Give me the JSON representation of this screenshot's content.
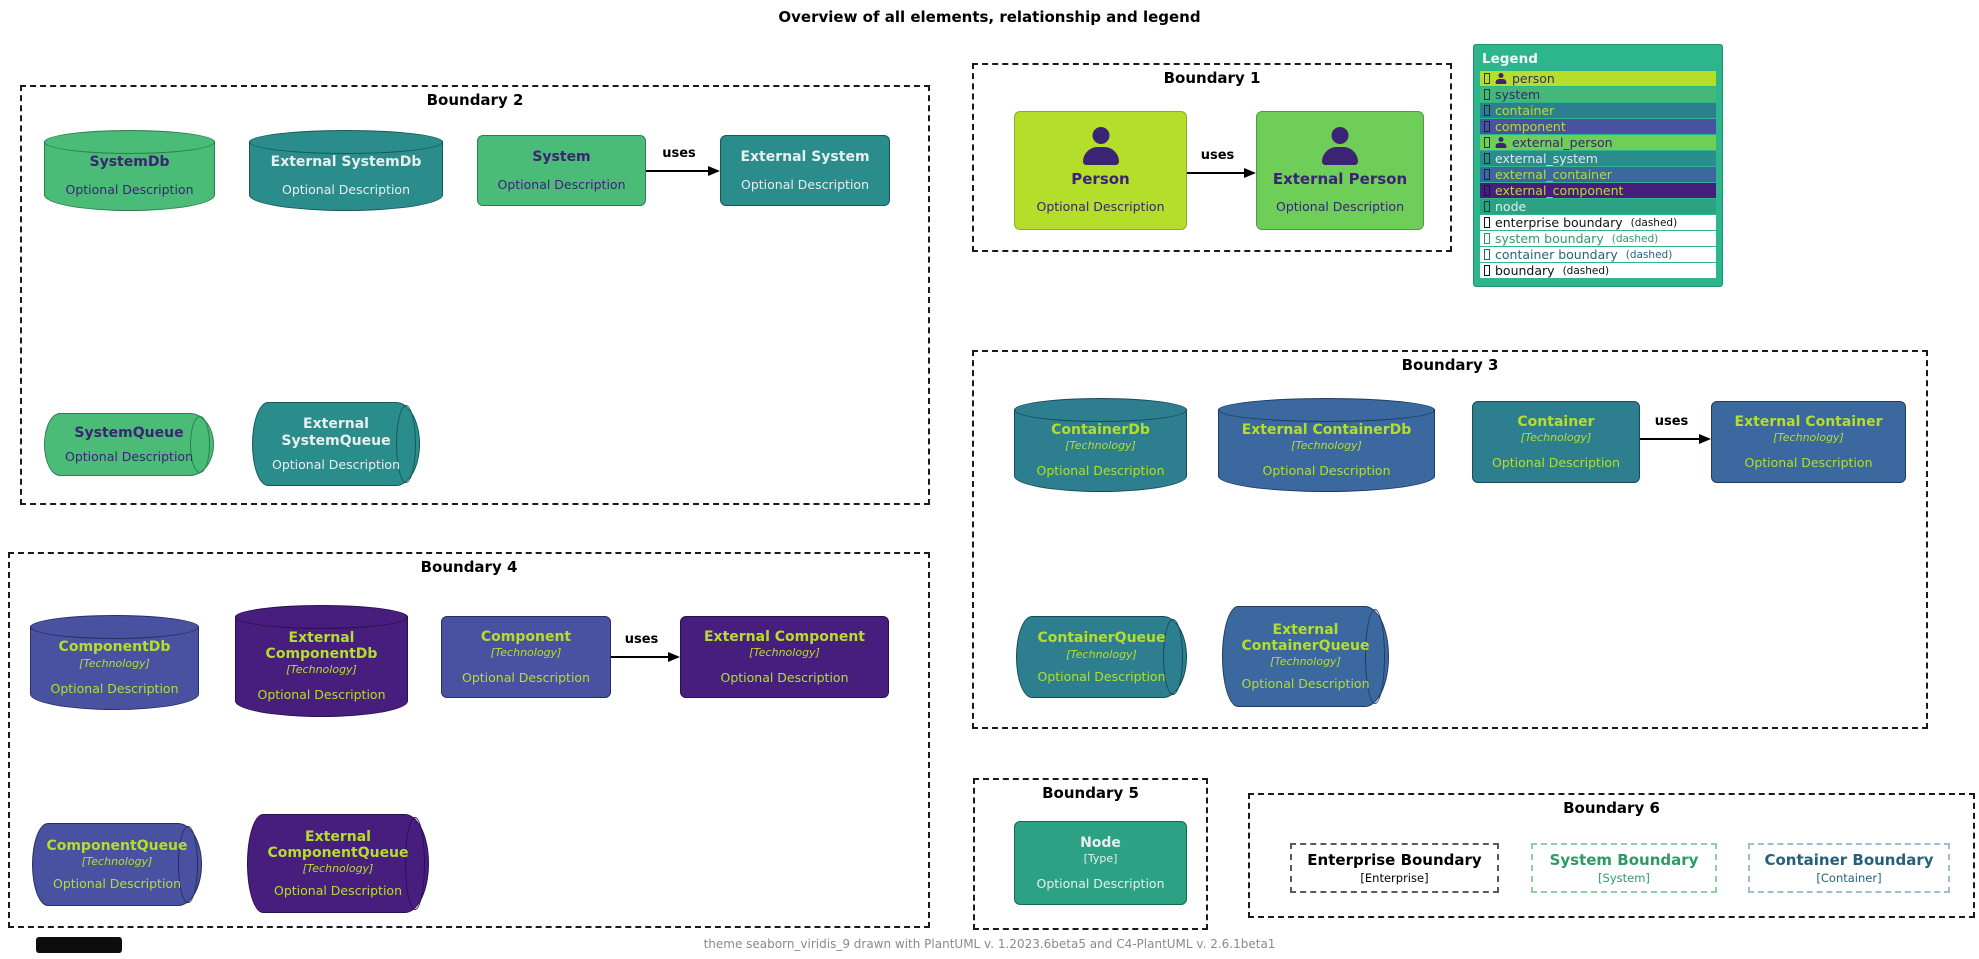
{
  "title": "Overview of all elements, relationship and legend",
  "footer": "theme seaborn_viridis_9 drawn with PlantUML v. 1.2023.6beta5 and C4-PlantUML v. 2.6.1beta1",
  "relation_label": "uses",
  "boundaries": {
    "b1": "Boundary 1",
    "b2": "Boundary 2",
    "b3": "Boundary 3",
    "b4": "Boundary 4",
    "b5": "Boundary 5",
    "b6": "Boundary 6"
  },
  "elements": {
    "system_db": {
      "title": "SystemDb",
      "desc": "Optional Description"
    },
    "ext_system_db": {
      "title": "External SystemDb",
      "desc": "Optional Description"
    },
    "system": {
      "title": "System",
      "desc": "Optional Description"
    },
    "ext_system": {
      "title": "External System",
      "desc": "Optional Description"
    },
    "system_queue": {
      "title": "SystemQueue",
      "desc": "Optional Description"
    },
    "ext_system_queue": {
      "title": "External SystemQueue",
      "desc": "Optional Description"
    },
    "person": {
      "title": "Person",
      "desc": "Optional Description"
    },
    "ext_person": {
      "title": "External Person",
      "desc": "Optional Description"
    },
    "container_db": {
      "title": "ContainerDb",
      "tech": "[Technology]",
      "desc": "Optional Description"
    },
    "ext_container_db": {
      "title": "External ContainerDb",
      "tech": "[Technology]",
      "desc": "Optional Description"
    },
    "container": {
      "title": "Container",
      "tech": "[Technology]",
      "desc": "Optional Description"
    },
    "ext_container": {
      "title": "External Container",
      "tech": "[Technology]",
      "desc": "Optional Description"
    },
    "container_queue": {
      "title": "ContainerQueue",
      "tech": "[Technology]",
      "desc": "Optional Description"
    },
    "ext_container_queue": {
      "title": "External ContainerQueue",
      "tech": "[Technology]",
      "desc": "Optional Description"
    },
    "component_db": {
      "title": "ComponentDb",
      "tech": "[Technology]",
      "desc": "Optional Description"
    },
    "ext_component_db": {
      "title": "External ComponentDb",
      "tech": "[Technology]",
      "desc": "Optional Description"
    },
    "component": {
      "title": "Component",
      "tech": "[Technology]",
      "desc": "Optional Description"
    },
    "ext_component": {
      "title": "External Component",
      "tech": "[Technology]",
      "desc": "Optional Description"
    },
    "component_queue": {
      "title": "ComponentQueue",
      "tech": "[Technology]",
      "desc": "Optional Description"
    },
    "ext_component_queue": {
      "title": "External ComponentQueue",
      "tech": "[Technology]",
      "desc": "Optional Description"
    },
    "node": {
      "title": "Node",
      "tech": "[Type]",
      "desc": "Optional Description"
    }
  },
  "legend": {
    "title": "Legend",
    "rows": [
      {
        "label": "person"
      },
      {
        "label": "system"
      },
      {
        "label": "container"
      },
      {
        "label": "component"
      },
      {
        "label": "external_person"
      },
      {
        "label": "external_system"
      },
      {
        "label": "external_container"
      },
      {
        "label": "external_component"
      },
      {
        "label": "node"
      },
      {
        "label": "enterprise boundary",
        "suffix": "(dashed)"
      },
      {
        "label": "system boundary",
        "suffix": "(dashed)"
      },
      {
        "label": "container boundary",
        "suffix": "(dashed)"
      },
      {
        "label": "boundary",
        "suffix": "(dashed)"
      }
    ]
  },
  "boundary_boxes": {
    "enterprise": {
      "title": "Enterprise Boundary",
      "type": "[Enterprise]"
    },
    "system": {
      "title": "System Boundary",
      "type": "[System]"
    },
    "container": {
      "title": "Container Boundary",
      "type": "[Container]"
    }
  },
  "colors": {
    "person": "#b5de2b",
    "external_person": "#6ece58",
    "system": "#4bbb78",
    "external_system": "#2b8c8c",
    "container": "#2d7f90",
    "external_container": "#3a689f",
    "component": "#4852a0",
    "external_component": "#471d7e",
    "node": "#2ca183",
    "legend_background": "#2db58c",
    "dark_purple_text": "#3b2473",
    "yellow_text": "#b5de2b",
    "light_text": "#e8efee",
    "system_boundary_text": "#2e9a63",
    "container_boundary_text": "#24607e"
  }
}
